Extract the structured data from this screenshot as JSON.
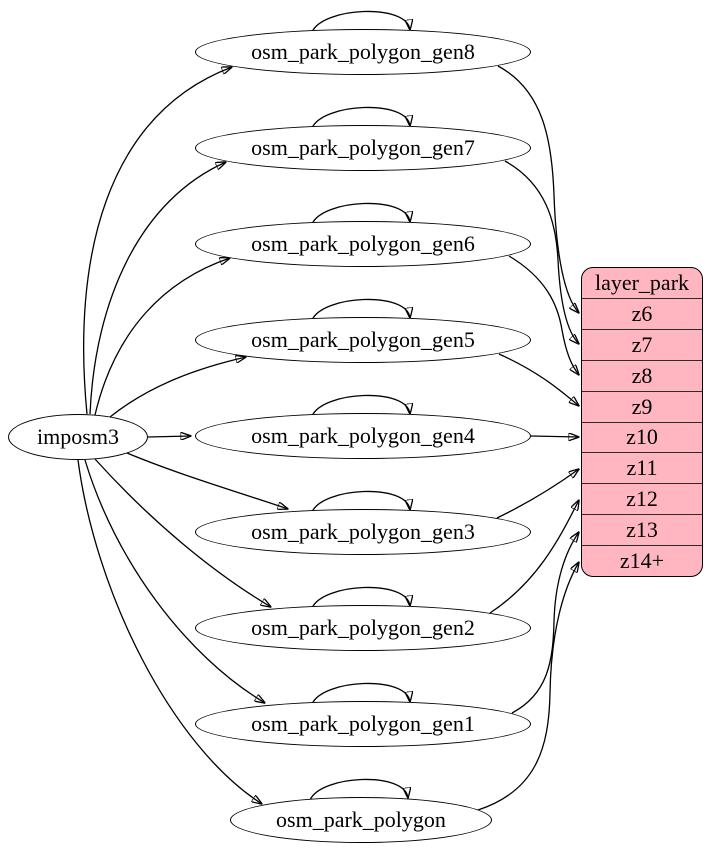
{
  "diagram": {
    "source": {
      "label": "imposm3"
    },
    "tables": [
      {
        "label": "osm_park_polygon_gen8",
        "feeds_zoom": "z6",
        "has_self_loop": true
      },
      {
        "label": "osm_park_polygon_gen7",
        "feeds_zoom": "z7",
        "has_self_loop": true
      },
      {
        "label": "osm_park_polygon_gen6",
        "feeds_zoom": "z8",
        "has_self_loop": true
      },
      {
        "label": "osm_park_polygon_gen5",
        "feeds_zoom": "z9",
        "has_self_loop": true
      },
      {
        "label": "osm_park_polygon_gen4",
        "feeds_zoom": "z10",
        "has_self_loop": true
      },
      {
        "label": "osm_park_polygon_gen3",
        "feeds_zoom": "z11",
        "has_self_loop": true
      },
      {
        "label": "osm_park_polygon_gen2",
        "feeds_zoom": "z12",
        "has_self_loop": true
      },
      {
        "label": "osm_park_polygon_gen1",
        "feeds_zoom": "z13",
        "has_self_loop": true
      },
      {
        "label": "osm_park_polygon",
        "feeds_zoom": "z14+",
        "has_self_loop": true
      }
    ],
    "layer": {
      "title": "layer_park",
      "rows": [
        "z6",
        "z7",
        "z8",
        "z9",
        "z10",
        "z11",
        "z12",
        "z13",
        "z14+"
      ]
    },
    "edges": [
      "imposm3->osm_park_polygon_gen8",
      "imposm3->osm_park_polygon_gen7",
      "imposm3->osm_park_polygon_gen6",
      "imposm3->osm_park_polygon_gen5",
      "imposm3->osm_park_polygon_gen4",
      "imposm3->osm_park_polygon_gen3",
      "imposm3->osm_park_polygon_gen2",
      "imposm3->osm_park_polygon_gen1",
      "imposm3->osm_park_polygon",
      "osm_park_polygon_gen8->osm_park_polygon_gen8",
      "osm_park_polygon_gen7->osm_park_polygon_gen7",
      "osm_park_polygon_gen6->osm_park_polygon_gen6",
      "osm_park_polygon_gen5->osm_park_polygon_gen5",
      "osm_park_polygon_gen4->osm_park_polygon_gen4",
      "osm_park_polygon_gen3->osm_park_polygon_gen3",
      "osm_park_polygon_gen2->osm_park_polygon_gen2",
      "osm_park_polygon_gen1->osm_park_polygon_gen1",
      "osm_park_polygon->osm_park_polygon",
      "osm_park_polygon_gen8->layer_park.z6",
      "osm_park_polygon_gen7->layer_park.z7",
      "osm_park_polygon_gen6->layer_park.z8",
      "osm_park_polygon_gen5->layer_park.z9",
      "osm_park_polygon_gen4->layer_park.z10",
      "osm_park_polygon_gen3->layer_park.z11",
      "osm_park_polygon_gen2->layer_park.z12",
      "osm_park_polygon_gen1->layer_park.z13",
      "osm_park_polygon->layer_park.z14+"
    ],
    "colors": {
      "layer_fill": "#ffb6c1",
      "table_fill": "#ffffff",
      "edge": "#000000",
      "border": "#000000",
      "text": "#000000"
    }
  }
}
